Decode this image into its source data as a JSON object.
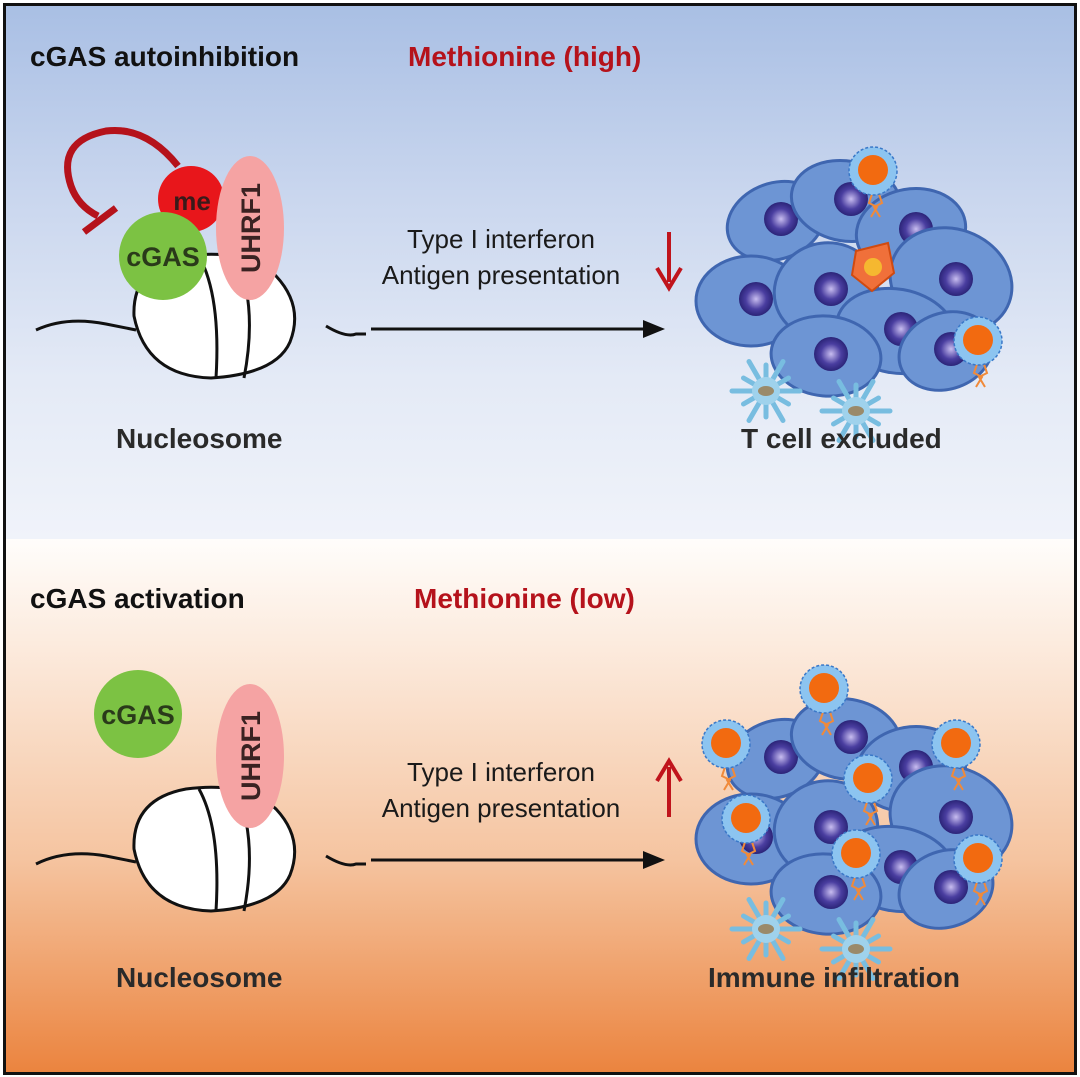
{
  "colors": {
    "title_text": "#111111",
    "methionine_text": "#b5121b",
    "cgas_fill": "#7cc243",
    "me_fill": "#e8161b",
    "uhrf1_fill": "#f5a3a3",
    "inhibit_arrow": "#b5121b",
    "tumor_cell": "#5b86c9",
    "tcell_core": "#f26a10",
    "top_bg": "#a9bfe4",
    "bottom_bg": "#eb843f"
  },
  "panels": [
    {
      "title": "cGAS autoinhibition",
      "methionine": "Methionine (high)",
      "molecules": {
        "cgas": "cGAS",
        "methyl": "me",
        "uhrf1": "UHRF1"
      },
      "nucleosome_label": "Nucleosome",
      "effect_lines": [
        "Type I interferon",
        "Antigen presentation"
      ],
      "effect_direction": "down",
      "outcome_label": "T cell excluded"
    },
    {
      "title": "cGAS activation",
      "methionine": "Methionine (low)",
      "molecules": {
        "cgas": "cGAS",
        "uhrf1": "UHRF1"
      },
      "nucleosome_label": "Nucleosome",
      "effect_lines": [
        "Type I interferon",
        "Antigen presentation"
      ],
      "effect_direction": "up",
      "outcome_label": "Immune infiltration"
    }
  ]
}
